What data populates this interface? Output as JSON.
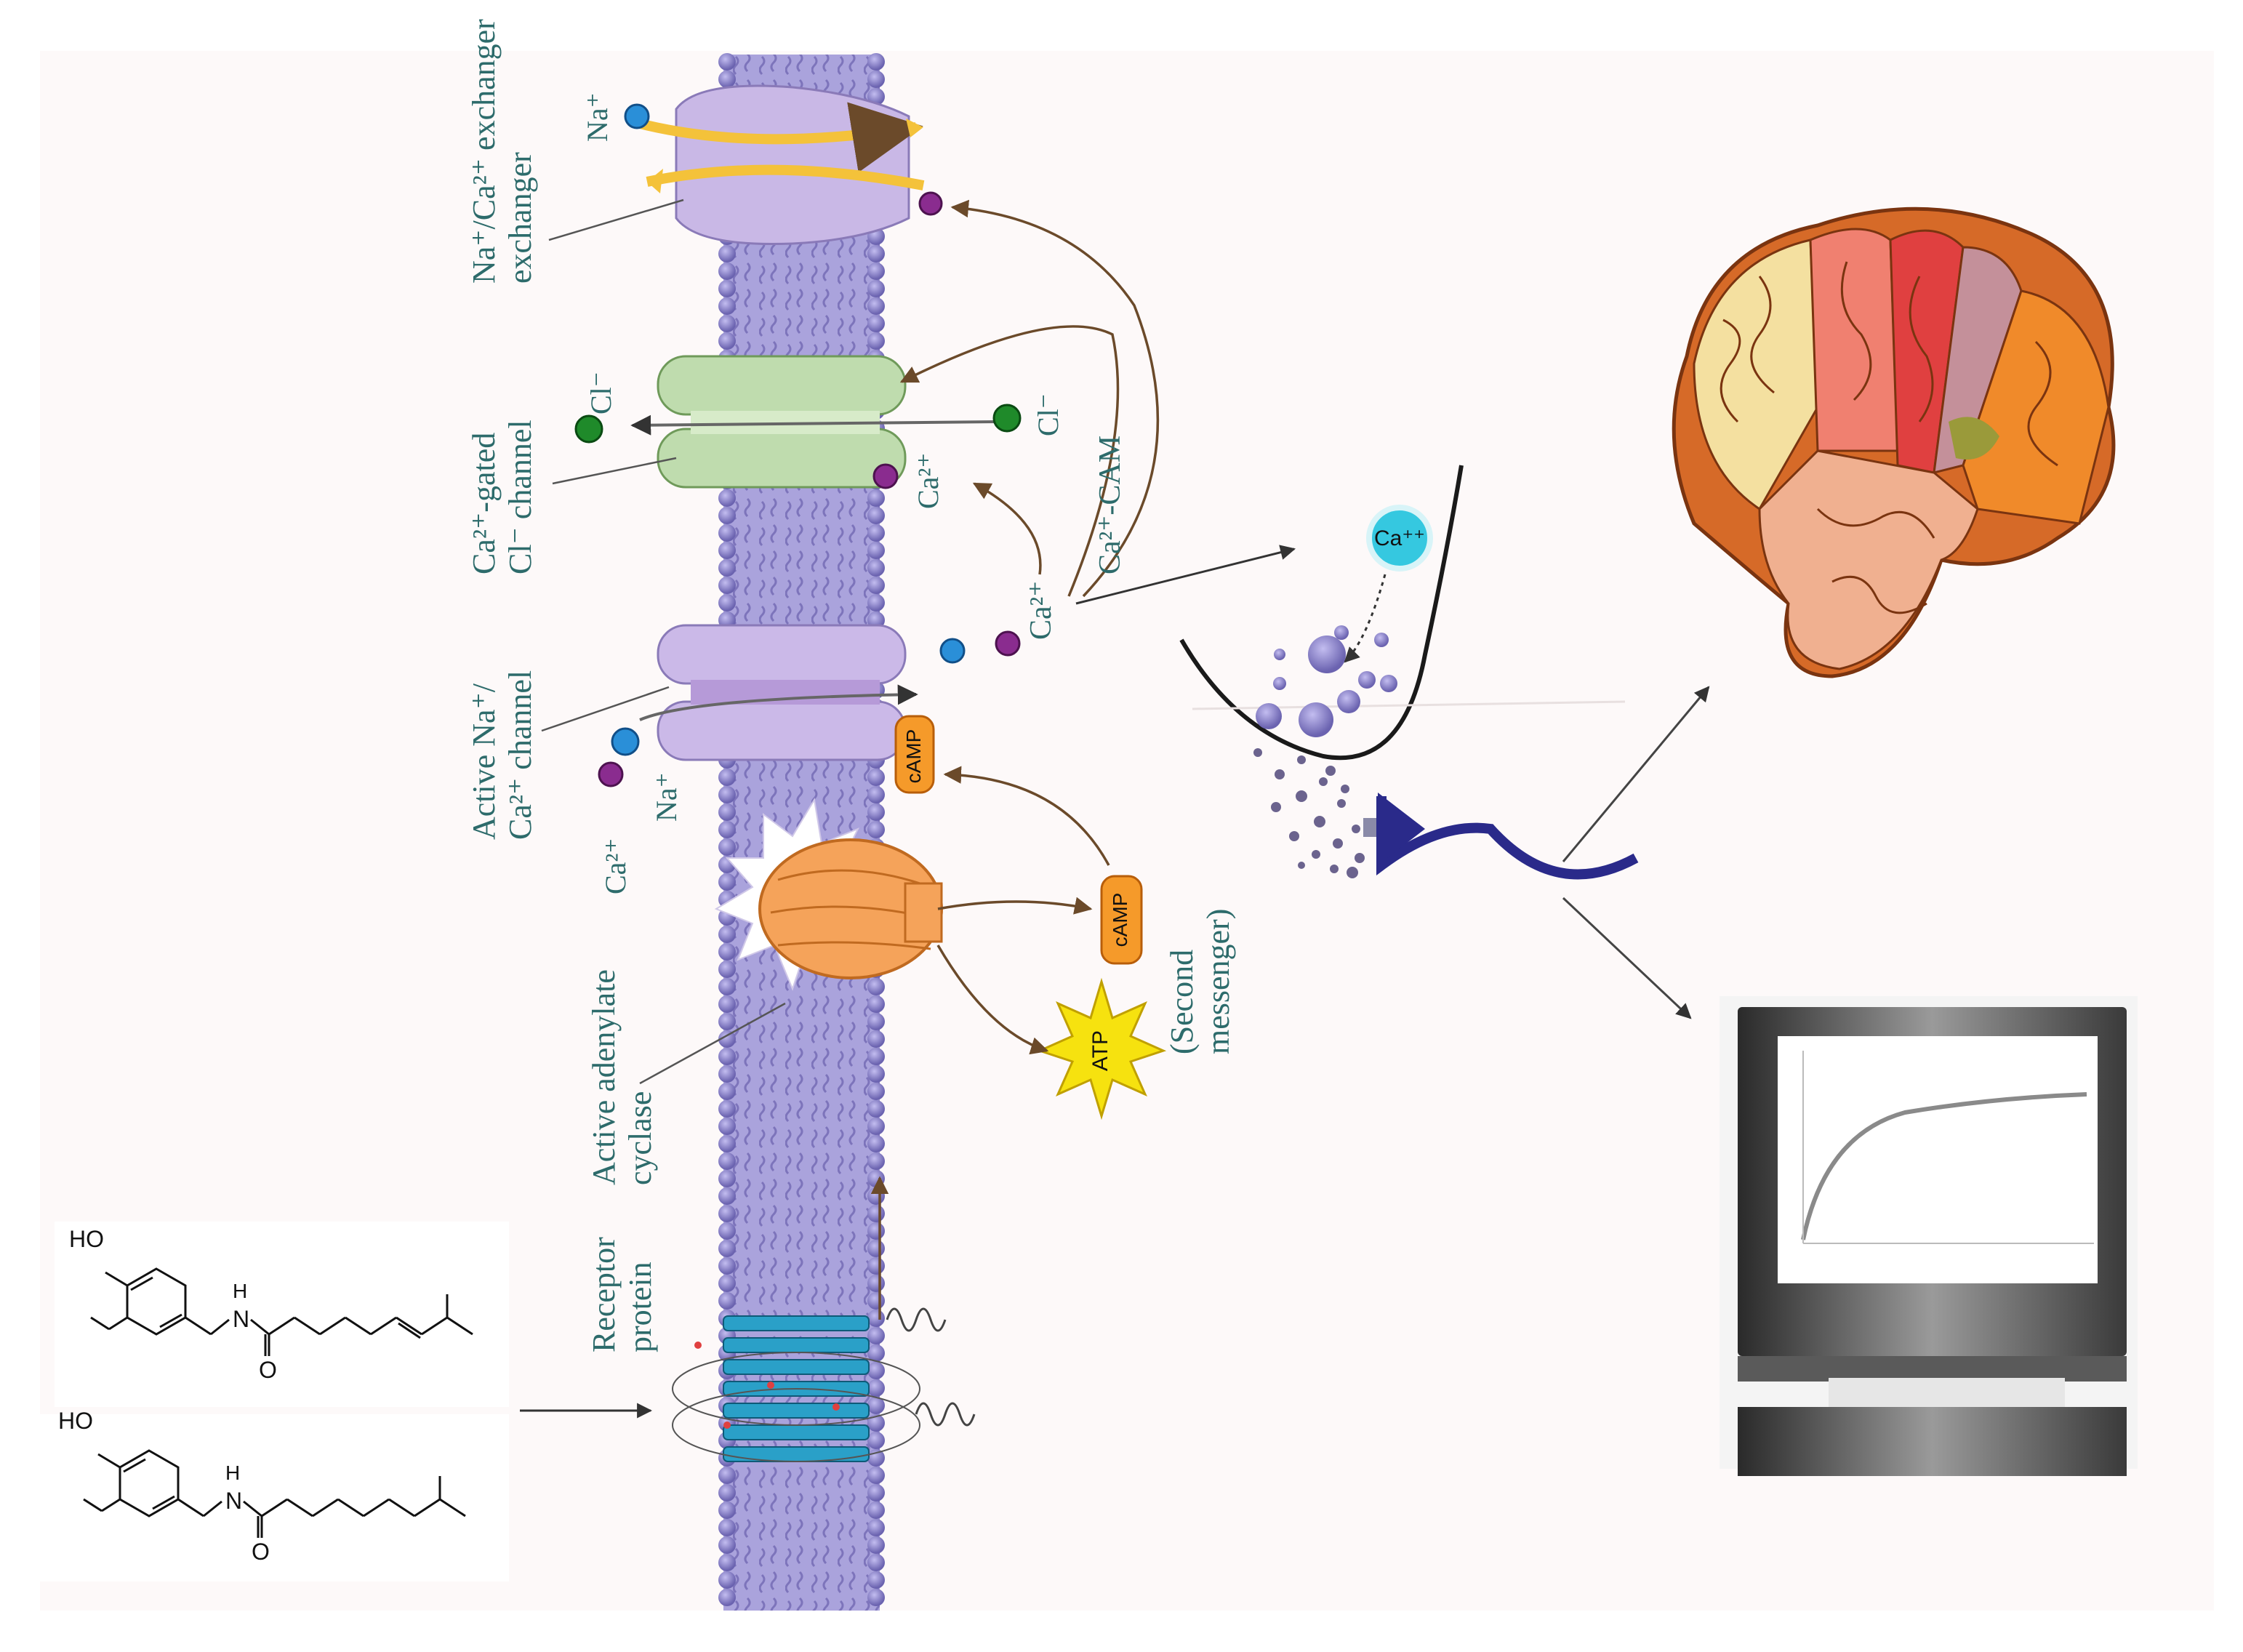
{
  "labels": {
    "exchanger": "Na⁺/Ca²⁺ exchanger",
    "cl_channel_1": "Ca²⁺-gated",
    "cl_channel_2": "Cl⁻ channel",
    "na_ca_channel_1": "Active Na⁺/",
    "na_ca_channel_2": "Ca²⁺ channel",
    "adenylate_1": "Active adenylate",
    "adenylate_2": "cyclase",
    "receptor_1": "Receptor",
    "receptor_2": "protein",
    "second_messenger_1": "(Second",
    "second_messenger_2": "messenger)",
    "ca_cam": "Ca²⁺-CAM",
    "ca2_center": "Ca²⁺",
    "ca2_cl": "Ca²⁺",
    "ca2_left": "Ca²⁺",
    "na_top": "Na⁺",
    "na_left": "Na⁺",
    "cl_left": "Cl⁻",
    "cl_right": "Cl⁻",
    "camp_channel": "cAMP",
    "camp_free": "cAMP",
    "atp": "ATP",
    "ca_vesicle": "Ca⁺⁺"
  },
  "chemistry": {
    "mol1_ho": "HO",
    "mol1_nh": "H",
    "mol1_n": "N",
    "mol1_o": "O",
    "mol2_ho": "HO",
    "mol2_nh": "H",
    "mol2_n": "N",
    "mol2_o": "O"
  },
  "colors": {
    "membrane": "#8a82c4",
    "membrane_inner": "#b8b2e6",
    "exchanger": "#c9b8e6",
    "cl_channel": "#bfdcae",
    "adenylate": "#f5a35a",
    "na_ion": "#2a8fd8",
    "ca_ion": "#8a2c8f",
    "cl_ion": "#1f8a2a",
    "label_text": "#2d6b6b",
    "nerve": "#2a2a8a"
  },
  "icons": [
    "brain-illustration",
    "monitor-icon",
    "nerve-ending-icon",
    "synaptic-vesicle-icon"
  ]
}
